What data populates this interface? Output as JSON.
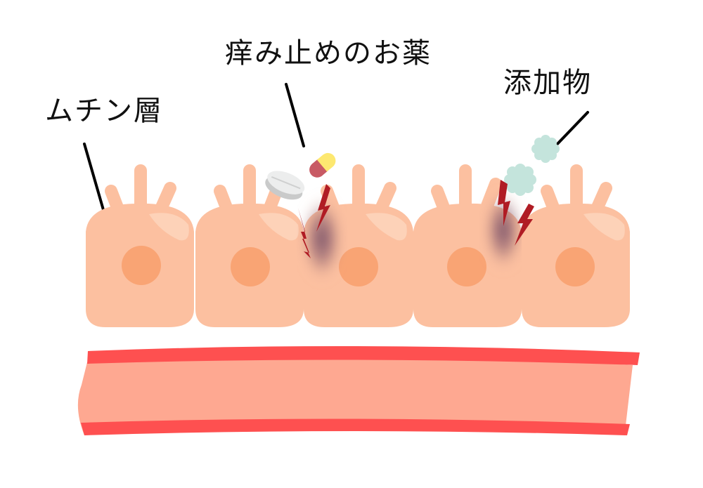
{
  "labels": {
    "mucin_layer": "ムチン層",
    "itch_medicine": "痒み止めのお薬",
    "additives": "添加物"
  },
  "colors": {
    "cell": "#fcc0a0",
    "cell_highlight": "#fdd2b8",
    "nucleus": "#f9a474",
    "vessel_wall": "#fe5050",
    "vessel_lumen": "#fea891",
    "lightning": "#b01c24",
    "bruise": "#6b4a6a",
    "pill_white": "#e9eaea",
    "capsule_yellow": "#fde870",
    "capsule_red": "#c85a64",
    "additive_particle": "#c4e4dc"
  },
  "diagram": {
    "cell_count": 5,
    "damaged_cells": [
      2,
      4
    ],
    "icons": [
      "tablet-pill",
      "capsule-pill",
      "additive-particle",
      "additive-particle",
      "lightning-bolt",
      "lightning-bolt",
      "lightning-bolt",
      "lightning-bolt"
    ]
  }
}
